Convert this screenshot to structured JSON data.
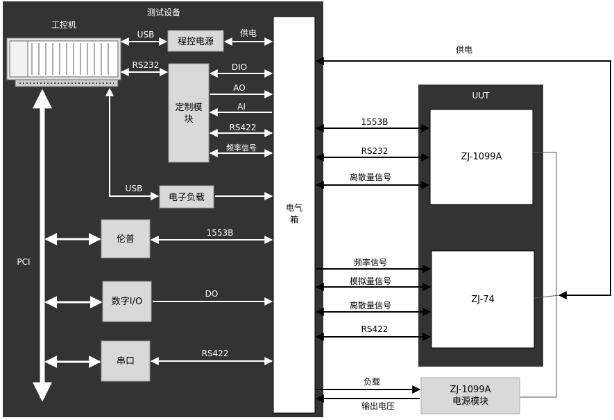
{
  "test_equipment_title": "测试设备",
  "ipc_label": "工控机",
  "pci_label": "PCI",
  "electrical_box": [
    "电气",
    "箱"
  ],
  "blocks": {
    "programmable_power": "程控电源",
    "custom_module": [
      "定制模",
      "块"
    ],
    "electronic_load": "电子负载",
    "lunpu": "伦普",
    "digital_io": "数字I/O",
    "serial_port": "串口"
  },
  "links": {
    "usb_power": "USB",
    "power_supply_box": "供电",
    "rs232_custom": "RS232",
    "dio": "DIO",
    "ao": "AO",
    "ai": "AI",
    "rs422_custom": "RS422",
    "freq_custom": "频率信号",
    "usb_load": "USB",
    "lunpu_1553b": "1553B",
    "do": "DO",
    "serial_rs422": "RS422"
  },
  "uut": {
    "title": "UUT",
    "device1": "ZJ-1099A",
    "device2": "ZJ-74",
    "power_module": [
      "ZJ-1099A",
      "电源模块"
    ]
  },
  "uut_links": {
    "supply_top": "供电",
    "b1553": "1553B",
    "rs232": "RS232",
    "discrete1": "离散量信号",
    "freq": "频率信号",
    "analog": "模拟量信号",
    "discrete2": "离散量信号",
    "rs422": "RS422",
    "load": "负载",
    "output_voltage": "输出电压"
  },
  "colors": {
    "panel_dark": "#333333",
    "block_fill": "#d9d9d9",
    "white": "#ffffff",
    "black": "#000000"
  }
}
